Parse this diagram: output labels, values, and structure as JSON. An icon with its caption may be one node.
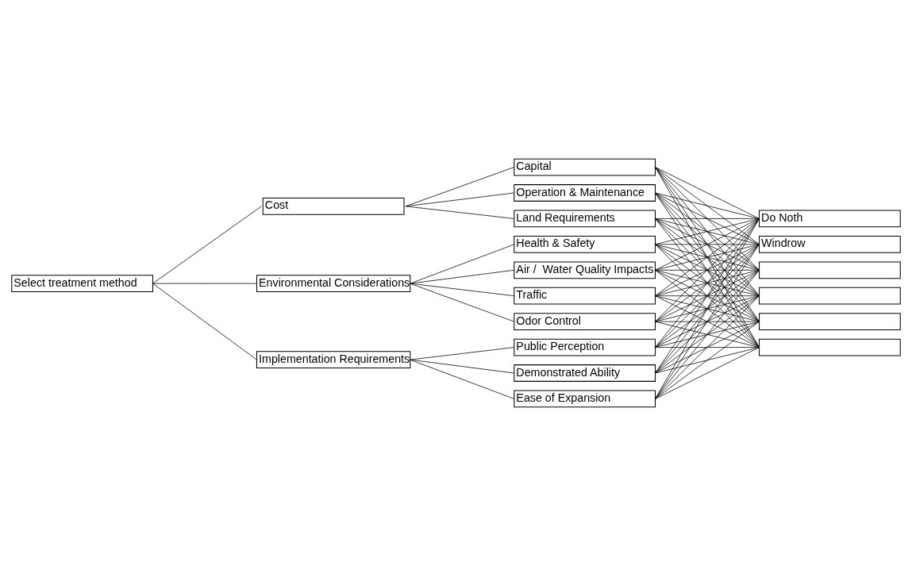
{
  "diagram": {
    "nodes": [
      {
        "text": [
          "Select treatment method"
        ]
      },
      {
        "text": [
          "Cost"
        ]
      },
      {
        "text": [
          "Environmental Considerations"
        ]
      },
      {
        "text": [
          "Implementation Requirements"
        ]
      },
      {
        "text": [
          "Capital"
        ]
      },
      {
        "text": [
          "Operation & Maintenance"
        ]
      },
      {
        "text": [
          "Land Requirements"
        ]
      },
      {
        "text": [
          "Health & Safety"
        ]
      },
      {
        "text": [
          "Air /  Water Quality Impacts"
        ]
      },
      {
        "text": [
          "Traffic"
        ]
      },
      {
        "text": [
          "Odor Control"
        ]
      },
      {
        "text": [
          "Public Perception"
        ]
      },
      {
        "text": [
          "Demonstrated Ability"
        ]
      },
      {
        "text": [
          "Ease of Expansion"
        ]
      },
      {
        "text": [
          "Do Noth"
        ]
      },
      {
        "text": [
          "Windrow"
        ]
      },
      {
        "text": [],
        "shape": "box"
      },
      {
        "text": [],
        "shape": "box"
      },
      {
        "text": [],
        "shape": "box"
      },
      {
        "text": [],
        "shape": "box"
      }
    ],
    "edges": [
      {
        "from": 0,
        "to": 1,
        "arrow": "none"
      },
      {
        "from": 0,
        "to": 2,
        "arrow": "none"
      },
      {
        "from": 0,
        "to": 3,
        "arrow": "none"
      },
      {
        "from": 1,
        "to": 4,
        "arrow": "none"
      },
      {
        "from": 1,
        "to": 5,
        "arrow": "none"
      },
      {
        "from": 1,
        "to": 6,
        "arrow": "none"
      },
      {
        "from": 2,
        "to": 7,
        "arrow": "none"
      },
      {
        "from": 2,
        "to": 8,
        "arrow": "none"
      },
      {
        "from": 2,
        "to": 9,
        "arrow": "none"
      },
      {
        "from": 2,
        "to": 10,
        "arrow": "none"
      },
      {
        "from": 3,
        "to": 11,
        "arrow": "none"
      },
      {
        "from": 3,
        "to": 12,
        "arrow": "none"
      },
      {
        "from": 3,
        "to": 13,
        "arrow": "none"
      },
      {
        "from": 4,
        "to": 14,
        "arrow": "none"
      },
      {
        "from": 4,
        "to": 15,
        "arrow": "none"
      },
      {
        "from": 4,
        "to": 16,
        "arrow": "none"
      },
      {
        "from": 4,
        "to": 17,
        "arrow": "none"
      },
      {
        "from": 4,
        "to": 18,
        "arrow": "none"
      },
      {
        "from": 4,
        "to": 19,
        "arrow": "none"
      },
      {
        "from": 5,
        "to": 14,
        "arrow": "none"
      },
      {
        "from": 5,
        "to": 15,
        "arrow": "none"
      },
      {
        "from": 5,
        "to": 16,
        "arrow": "none"
      },
      {
        "from": 5,
        "to": 17,
        "arrow": "none"
      },
      {
        "from": 5,
        "to": 18,
        "arrow": "none"
      },
      {
        "from": 5,
        "to": 19,
        "arrow": "none"
      },
      {
        "from": 6,
        "to": 14,
        "arrow": "none"
      },
      {
        "from": 6,
        "to": 15,
        "arrow": "none"
      },
      {
        "from": 6,
        "to": 16,
        "arrow": "none"
      },
      {
        "from": 6,
        "to": 17,
        "arrow": "none"
      },
      {
        "from": 6,
        "to": 18,
        "arrow": "none"
      },
      {
        "from": 6,
        "to": 19,
        "arrow": "none"
      },
      {
        "from": 7,
        "to": 14,
        "arrow": "none"
      },
      {
        "from": 7,
        "to": 15,
        "arrow": "none"
      },
      {
        "from": 7,
        "to": 16,
        "arrow": "none"
      },
      {
        "from": 7,
        "to": 17,
        "arrow": "none"
      },
      {
        "from": 7,
        "to": 18,
        "arrow": "none"
      },
      {
        "from": 7,
        "to": 19,
        "arrow": "none"
      },
      {
        "from": 8,
        "to": 14,
        "arrow": "none"
      },
      {
        "from": 8,
        "to": 15,
        "arrow": "none"
      },
      {
        "from": 8,
        "to": 16,
        "arrow": "none"
      },
      {
        "from": 8,
        "to": 17,
        "arrow": "none"
      },
      {
        "from": 8,
        "to": 18,
        "arrow": "none"
      },
      {
        "from": 8,
        "to": 19,
        "arrow": "none"
      },
      {
        "from": 9,
        "to": 14,
        "arrow": "none"
      },
      {
        "from": 9,
        "to": 15,
        "arrow": "none"
      },
      {
        "from": 9,
        "to": 16,
        "arrow": "none"
      },
      {
        "from": 9,
        "to": 17,
        "arrow": "none"
      },
      {
        "from": 9,
        "to": 18,
        "arrow": "none"
      },
      {
        "from": 9,
        "to": 19,
        "arrow": "none"
      },
      {
        "from": 10,
        "to": 14,
        "arrow": "none"
      },
      {
        "from": 10,
        "to": 15,
        "arrow": "none"
      },
      {
        "from": 10,
        "to": 16,
        "arrow": "none"
      },
      {
        "from": 10,
        "to": 17,
        "arrow": "none"
      },
      {
        "from": 10,
        "to": 18,
        "arrow": "none"
      },
      {
        "from": 10,
        "to": 19,
        "arrow": "none"
      },
      {
        "from": 11,
        "to": 14,
        "arrow": "none"
      },
      {
        "from": 11,
        "to": 15,
        "arrow": "none"
      },
      {
        "from": 11,
        "to": 16,
        "arrow": "none"
      },
      {
        "from": 11,
        "to": 17,
        "arrow": "none"
      },
      {
        "from": 11,
        "to": 18,
        "arrow": "none"
      },
      {
        "from": 11,
        "to": 19,
        "arrow": "none"
      },
      {
        "from": 12,
        "to": 14,
        "arrow": "none"
      },
      {
        "from": 12,
        "to": 15,
        "arrow": "none"
      },
      {
        "from": 12,
        "to": 16,
        "arrow": "none"
      },
      {
        "from": 12,
        "to": 17,
        "arrow": "none"
      },
      {
        "from": 12,
        "to": 18,
        "arrow": "none"
      },
      {
        "from": 12,
        "to": 19,
        "arrow": "none"
      },
      {
        "from": 13,
        "to": 14,
        "arrow": "none"
      },
      {
        "from": 13,
        "to": 15,
        "arrow": "none"
      },
      {
        "from": 13,
        "to": 16,
        "arrow": "none"
      },
      {
        "from": 13,
        "to": 17,
        "arrow": "none"
      },
      {
        "from": 13,
        "to": 18,
        "arrow": "none"
      },
      {
        "from": 13,
        "to": 19,
        "arrow": "none"
      }
    ]
  }
}
